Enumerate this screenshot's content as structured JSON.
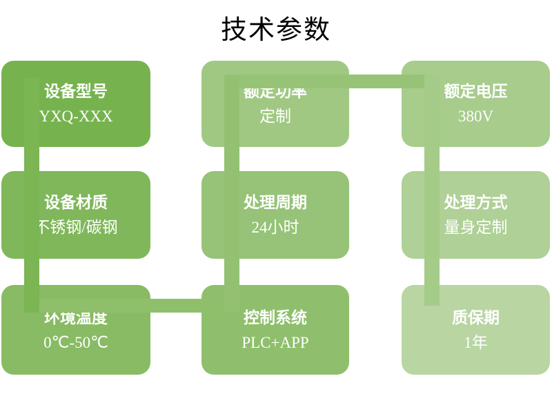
{
  "slide_title": "技术参数",
  "boxes": [
    {
      "label": "设备型号",
      "value": "YXQ-XXX",
      "color": "#76B34E"
    },
    {
      "label": "额定功率",
      "value": "定制",
      "color": "#A0C883"
    },
    {
      "label": "额定电压",
      "value": "380V",
      "color": "#A7CC8C"
    },
    {
      "label": "设备材质",
      "value": "不锈钢/碳钢",
      "color": "#7FB75A"
    },
    {
      "label": "处理周期",
      "value": "24小时",
      "color": "#96C377"
    },
    {
      "label": "处理方式",
      "value": "量身定制",
      "color": "#AFD096"
    },
    {
      "label": "环境温度",
      "value": "0℃-50℃",
      "color": "#88BB64"
    },
    {
      "label": "控制系统",
      "value": "PLC+APP",
      "color": "#8FBF6D"
    },
    {
      "label": "质保期",
      "value": "1年",
      "color": "#B8D5A2"
    }
  ],
  "flow_order": [
    "设备型号",
    "设备材质",
    "环境温度",
    "控制系统",
    "处理周期",
    "额定功率",
    "额定电压",
    "处理方式",
    "质保期"
  ],
  "connectors": {
    "left_vertical": "#7CB554",
    "bottom_horizontal": "#8FBF6B",
    "middle_vertical": "#93C171",
    "top_horizontal": "#97C377",
    "right_vertical": "#A5CB88"
  },
  "colors": {
    "box_text": "#FFFFFF",
    "title_text": "#000000",
    "background": "#FFFFFF"
  }
}
